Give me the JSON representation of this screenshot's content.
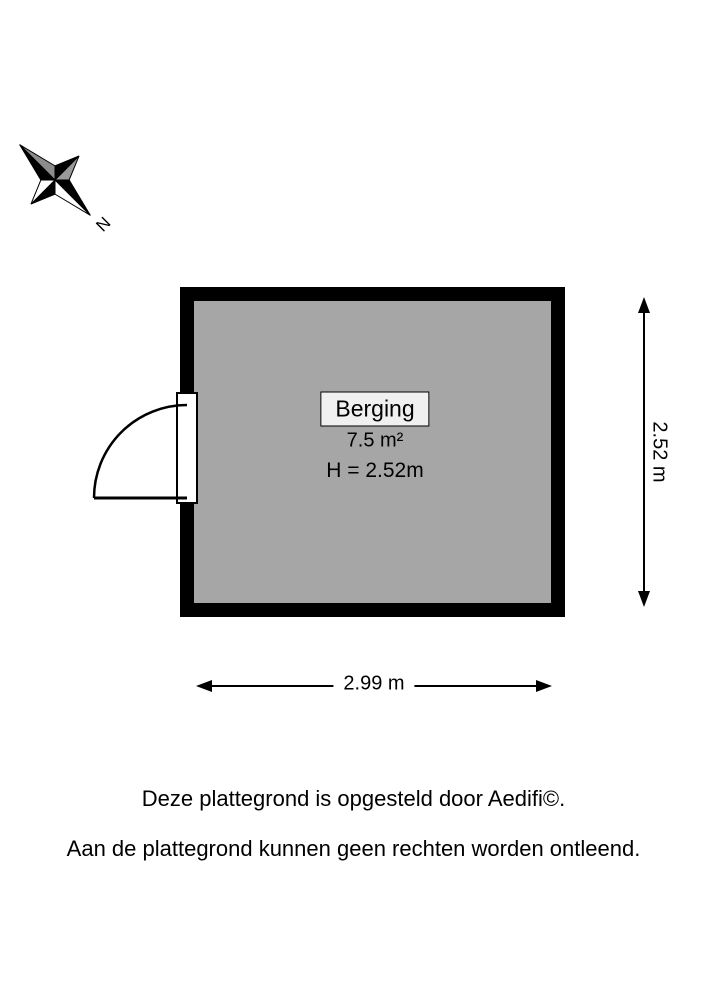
{
  "compass": {
    "north_label": "N"
  },
  "room": {
    "name": "Berging",
    "area": "7.5 m²",
    "height": "H = 2.52m"
  },
  "dimensions": {
    "width": "2.99 m",
    "height": "2.52 m"
  },
  "footer": {
    "line1": "Deze plattegrond is opgesteld door Aedifi©.",
    "line2": "Aan de plattegrond kunnen geen rechten worden ontleend."
  },
  "colors": {
    "wall": "#000000",
    "floor": "#a6a6a6",
    "background": "#ffffff",
    "label_box_bg": "#f0f0f0"
  }
}
